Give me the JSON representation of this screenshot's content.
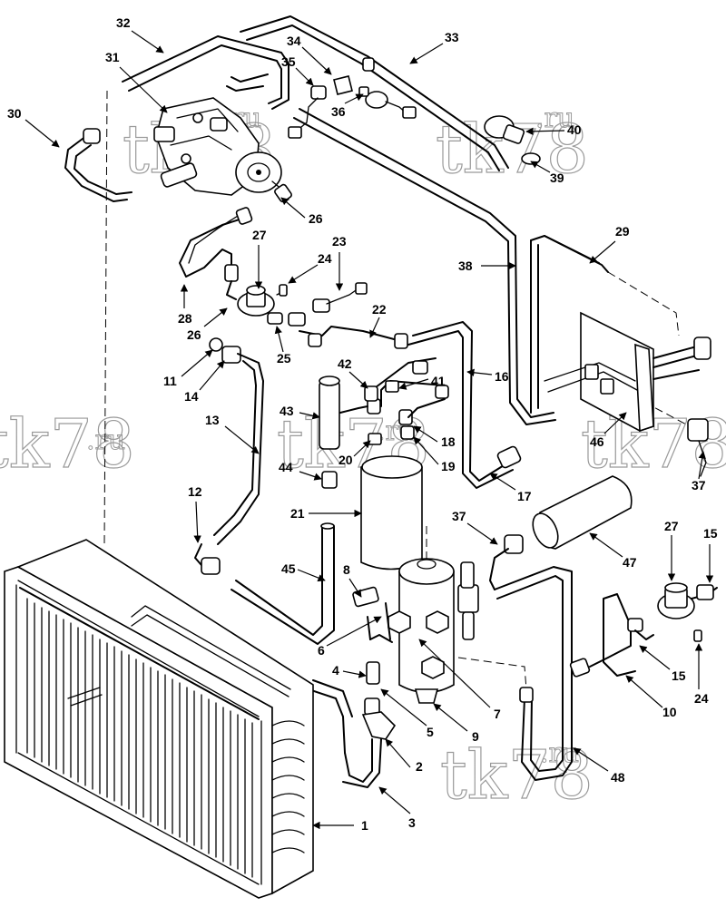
{
  "watermark": {
    "text": "tk78",
    "suffix": ".ru"
  },
  "callouts": [
    "1",
    "2",
    "3",
    "4",
    "5",
    "6",
    "7",
    "8",
    "9",
    "10",
    "11",
    "12",
    "13",
    "14",
    "15",
    "15",
    "16",
    "17",
    "18",
    "19",
    "20",
    "21",
    "22",
    "23",
    "24",
    "24",
    "25",
    "26",
    "26",
    "27",
    "27",
    "28",
    "29",
    "30",
    "31",
    "32",
    "33",
    "34",
    "35",
    "36",
    "37",
    "37",
    "38",
    "39",
    "40",
    "41",
    "42",
    "43",
    "44",
    "45",
    "46",
    "47",
    "48"
  ]
}
